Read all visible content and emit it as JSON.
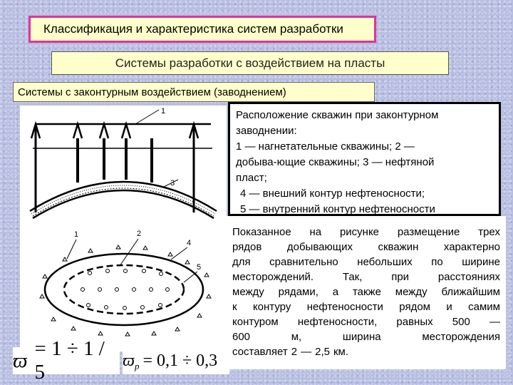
{
  "header": {
    "title": "Классификация и характеристика систем разработки",
    "subtitle": "Системы разработки с  воздействием на пласты",
    "section": "Системы с законтурным воздействием (заводнением)"
  },
  "caption": {
    "lines": [
      "Расположение скважин при законтурном",
      "заводнении:",
      "1 — нагнетательные скважины; 2 —",
      "добыва-ющие скважины; 3 — нефтяной",
      "пласт;",
      " 4 — внешний контур нефтеносности;",
      " 5 — внутренний контур нефтеносности"
    ]
  },
  "description": {
    "lines": [
      "Показанное на рисунке размещение трех",
      "рядов добывающих скважин характерно",
      "для сравнительно небольших по ширине",
      "месторождений. Так, при расстояниях",
      "между рядами, а также между ближайшим",
      "к контуру нефтеносности рядом и самим",
      "контуром нефтеносности, равных 500 —",
      "600 м, ширина месторождения",
      "составляет 2 — 2,5 км."
    ]
  },
  "diagram": {
    "labels": {
      "l1_top": "1",
      "l3": "3",
      "l1": "1",
      "l2": "2",
      "l4": "4",
      "l5": "5"
    }
  },
  "formulas": {
    "f1": {
      "symbol": "ϖ",
      "expr": "= 1 ÷ 1 / 5"
    },
    "f2": {
      "symbol": "ϖ",
      "sub": "р",
      "expr": "= 0,1 ÷ 0,3"
    }
  },
  "colors": {
    "background": "#b7bde0",
    "title_border": "#e0339c",
    "box_fill": "#ffffcc"
  }
}
